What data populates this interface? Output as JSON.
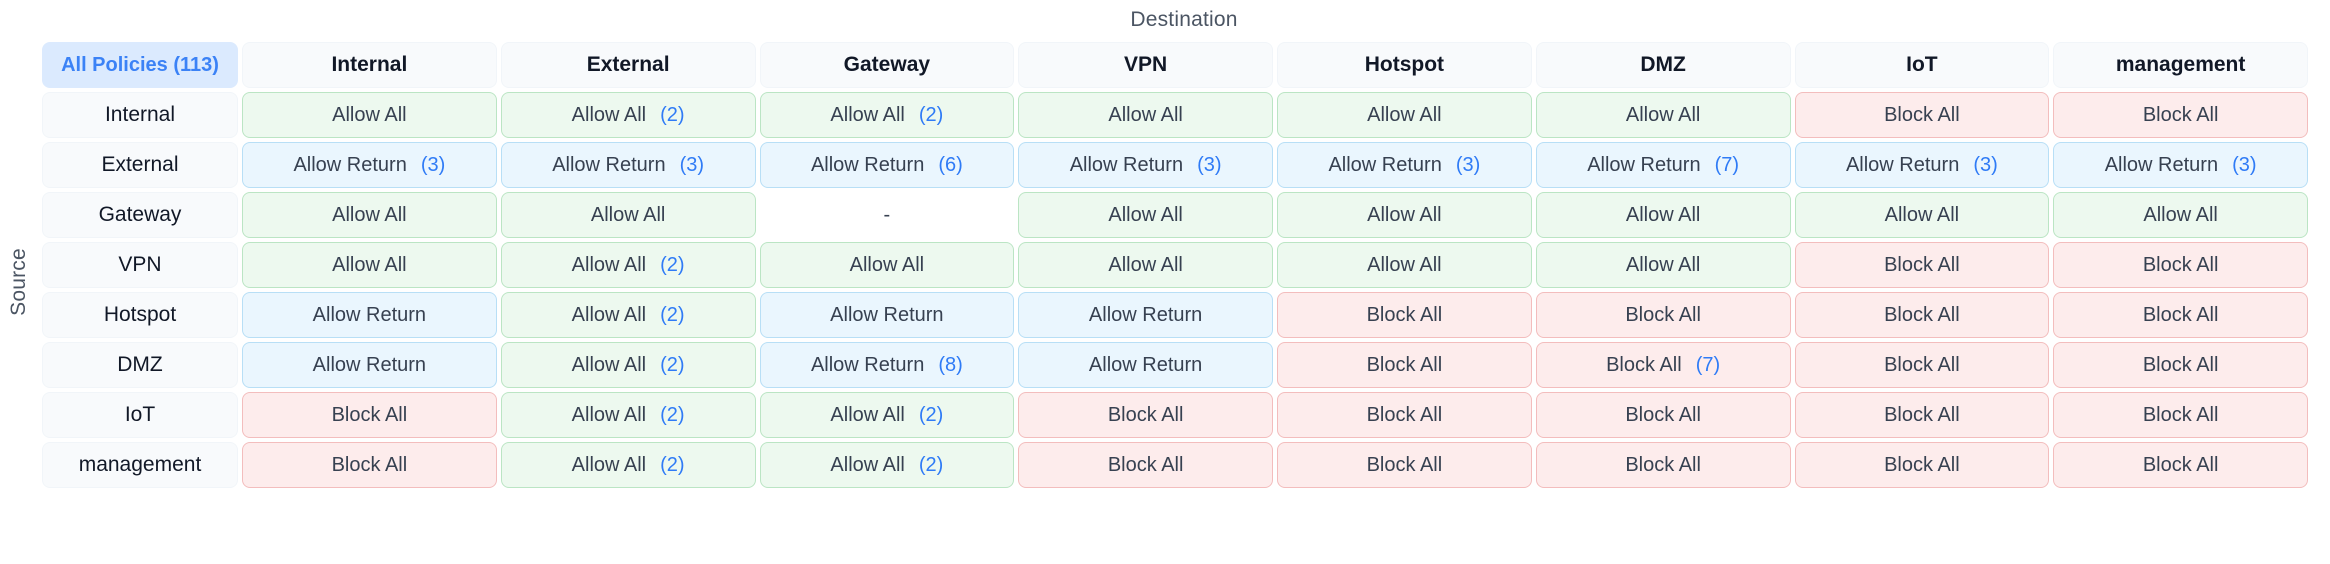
{
  "axes": {
    "destination_label": "Destination",
    "source_label": "Source"
  },
  "corner": {
    "label": "All Policies (113)",
    "total_policies": 113,
    "accent_color": "#3b82f6",
    "background_color": "#dbeafe"
  },
  "colors": {
    "allow_bg": "#edf9ef",
    "allow_border": "#bbe5c4",
    "return_bg": "#eaf6fe",
    "return_border": "#b8dff6",
    "block_bg": "#fdecec",
    "block_border": "#f3bdbd",
    "count_text": "#2f7bf6",
    "header_bg": "#f8fafc"
  },
  "columns": [
    "Internal",
    "External",
    "Gateway",
    "VPN",
    "Hotspot",
    "DMZ",
    "IoT",
    "management"
  ],
  "rows": [
    "Internal",
    "External",
    "Gateway",
    "VPN",
    "Hotspot",
    "DMZ",
    "IoT",
    "management"
  ],
  "chart_data": {
    "type": "heatmap",
    "title": "",
    "xlabel": "Destination",
    "ylabel": "Source",
    "categories_x": [
      "Internal",
      "External",
      "Gateway",
      "VPN",
      "Hotspot",
      "DMZ",
      "IoT",
      "management"
    ],
    "categories_y": [
      "Internal",
      "External",
      "Gateway",
      "VPN",
      "Hotspot",
      "DMZ",
      "IoT",
      "management"
    ],
    "legend": [
      "Allow All",
      "Allow Return",
      "Block All"
    ],
    "cells": [
      [
        {
          "label": "Allow All",
          "count": "",
          "kind": "allow"
        },
        {
          "label": "Allow All",
          "count": "(2)",
          "kind": "allow"
        },
        {
          "label": "Allow All",
          "count": "(2)",
          "kind": "allow"
        },
        {
          "label": "Allow All",
          "count": "",
          "kind": "allow"
        },
        {
          "label": "Allow All",
          "count": "",
          "kind": "allow"
        },
        {
          "label": "Allow All",
          "count": "",
          "kind": "allow"
        },
        {
          "label": "Block All",
          "count": "",
          "kind": "block"
        },
        {
          "label": "Block All",
          "count": "",
          "kind": "block"
        }
      ],
      [
        {
          "label": "Allow Return",
          "count": "(3)",
          "kind": "return"
        },
        {
          "label": "Allow Return",
          "count": "(3)",
          "kind": "return"
        },
        {
          "label": "Allow Return",
          "count": "(6)",
          "kind": "return"
        },
        {
          "label": "Allow Return",
          "count": "(3)",
          "kind": "return"
        },
        {
          "label": "Allow Return",
          "count": "(3)",
          "kind": "return"
        },
        {
          "label": "Allow Return",
          "count": "(7)",
          "kind": "return"
        },
        {
          "label": "Allow Return",
          "count": "(3)",
          "kind": "return"
        },
        {
          "label": "Allow Return",
          "count": "(3)",
          "kind": "return"
        }
      ],
      [
        {
          "label": "Allow All",
          "count": "",
          "kind": "allow"
        },
        {
          "label": "Allow All",
          "count": "",
          "kind": "allow"
        },
        {
          "label": "-",
          "count": "",
          "kind": "none"
        },
        {
          "label": "Allow All",
          "count": "",
          "kind": "allow"
        },
        {
          "label": "Allow All",
          "count": "",
          "kind": "allow"
        },
        {
          "label": "Allow All",
          "count": "",
          "kind": "allow"
        },
        {
          "label": "Allow All",
          "count": "",
          "kind": "allow"
        },
        {
          "label": "Allow All",
          "count": "",
          "kind": "allow"
        }
      ],
      [
        {
          "label": "Allow All",
          "count": "",
          "kind": "allow"
        },
        {
          "label": "Allow All",
          "count": "(2)",
          "kind": "allow"
        },
        {
          "label": "Allow All",
          "count": "",
          "kind": "allow"
        },
        {
          "label": "Allow All",
          "count": "",
          "kind": "allow"
        },
        {
          "label": "Allow All",
          "count": "",
          "kind": "allow"
        },
        {
          "label": "Allow All",
          "count": "",
          "kind": "allow"
        },
        {
          "label": "Block All",
          "count": "",
          "kind": "block"
        },
        {
          "label": "Block All",
          "count": "",
          "kind": "block"
        }
      ],
      [
        {
          "label": "Allow Return",
          "count": "",
          "kind": "return"
        },
        {
          "label": "Allow All",
          "count": "(2)",
          "kind": "allow"
        },
        {
          "label": "Allow Return",
          "count": "",
          "kind": "return"
        },
        {
          "label": "Allow Return",
          "count": "",
          "kind": "return"
        },
        {
          "label": "Block All",
          "count": "",
          "kind": "block"
        },
        {
          "label": "Block All",
          "count": "",
          "kind": "block"
        },
        {
          "label": "Block All",
          "count": "",
          "kind": "block"
        },
        {
          "label": "Block All",
          "count": "",
          "kind": "block"
        }
      ],
      [
        {
          "label": "Allow Return",
          "count": "",
          "kind": "return"
        },
        {
          "label": "Allow All",
          "count": "(2)",
          "kind": "allow"
        },
        {
          "label": "Allow Return",
          "count": "(8)",
          "kind": "return"
        },
        {
          "label": "Allow Return",
          "count": "",
          "kind": "return"
        },
        {
          "label": "Block All",
          "count": "",
          "kind": "block"
        },
        {
          "label": "Block All",
          "count": "(7)",
          "kind": "block"
        },
        {
          "label": "Block All",
          "count": "",
          "kind": "block"
        },
        {
          "label": "Block All",
          "count": "",
          "kind": "block"
        }
      ],
      [
        {
          "label": "Block All",
          "count": "",
          "kind": "block"
        },
        {
          "label": "Allow All",
          "count": "(2)",
          "kind": "allow"
        },
        {
          "label": "Allow All",
          "count": "(2)",
          "kind": "allow"
        },
        {
          "label": "Block All",
          "count": "",
          "kind": "block"
        },
        {
          "label": "Block All",
          "count": "",
          "kind": "block"
        },
        {
          "label": "Block All",
          "count": "",
          "kind": "block"
        },
        {
          "label": "Block All",
          "count": "",
          "kind": "block"
        },
        {
          "label": "Block All",
          "count": "",
          "kind": "block"
        }
      ],
      [
        {
          "label": "Block All",
          "count": "",
          "kind": "block"
        },
        {
          "label": "Allow All",
          "count": "(2)",
          "kind": "allow"
        },
        {
          "label": "Allow All",
          "count": "(2)",
          "kind": "allow"
        },
        {
          "label": "Block All",
          "count": "",
          "kind": "block"
        },
        {
          "label": "Block All",
          "count": "",
          "kind": "block"
        },
        {
          "label": "Block All",
          "count": "",
          "kind": "block"
        },
        {
          "label": "Block All",
          "count": "",
          "kind": "block"
        },
        {
          "label": "Block All",
          "count": "",
          "kind": "block"
        }
      ]
    ]
  }
}
